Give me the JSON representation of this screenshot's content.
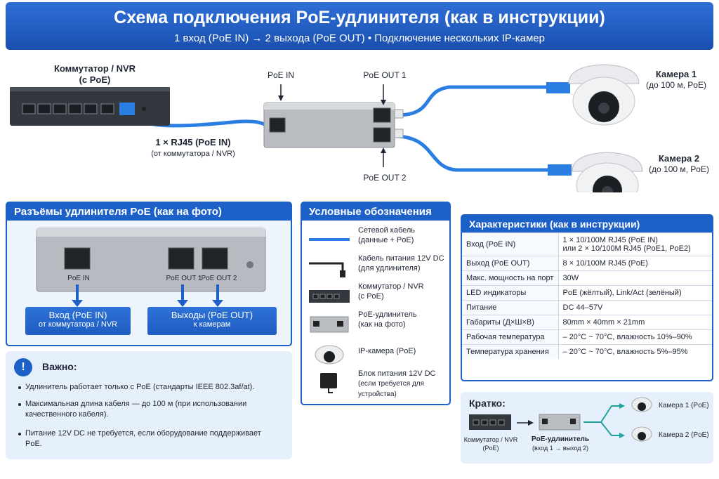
{
  "header": {
    "title": "Схема подключения PoE-удлинителя (как в инструкции)",
    "subtitle": "1 вход (PoE IN) → 2 выхода (PoE OUT) • Подключение нескольких IP-камер"
  },
  "diagram": {
    "switch_label": "Коммутатор / NVR",
    "switch_sub": "(с PoE)",
    "poe_in_label": "PoE IN",
    "poe_out1_label": "PoE OUT 1",
    "poe_out2_label": "PoE OUT 2",
    "cable_label": "1 × RJ45 (PoE IN)",
    "cable_sub": "(от коммутатора / NVR)",
    "camera1_label": "Камера 1",
    "camera1_sub": "(до 100 м, PoE)",
    "camera2_label": "Камера 2",
    "camera2_sub": "(до 100 м, PoE)"
  },
  "connectors": {
    "title": "Разъёмы удлинителя PoE (как на фото)",
    "port_in": "PoE IN",
    "port_out1": "PoE OUT 1",
    "port_out2": "PoE OUT 2",
    "input_title": "Вход (PoE IN)",
    "input_sub": "от коммутатора / NVR",
    "output_title": "Выходы (PoE OUT)",
    "output_sub": "к камерам"
  },
  "important": {
    "title": "Важно:",
    "icon": "exclamation-icon",
    "items": [
      "Удлинитель работает только с PoE (стандарты IEEE 802.3af/at).",
      "Максимальная длина кабеля — до 100 м (при использовании качественного кабеля).",
      "Питание 12V DC не требуется, если оборудование поддерживает PoE."
    ]
  },
  "legend": {
    "title": "Условные обозначения",
    "items": [
      {
        "icon": "network-cable-icon",
        "label": "Сетевой кабель",
        "sub": "(данные + PoE)"
      },
      {
        "icon": "power-cable-icon",
        "label": "Кабель питания 12V DC",
        "sub": "(для удлинителя)"
      },
      {
        "icon": "switch-icon",
        "label": "Коммутатор / NVR",
        "sub": "(с PoE)"
      },
      {
        "icon": "extender-icon",
        "label": "PoE-удлинитель",
        "sub": "(как на фото)"
      },
      {
        "icon": "ip-camera-icon",
        "label": "IP-камера (PoE)",
        "sub": ""
      },
      {
        "icon": "power-adapter-icon",
        "label": "Блок питания 12V DC",
        "sub": "(если требуется для устройства)"
      }
    ]
  },
  "specs": {
    "title": "Характеристики (как в инструкции)",
    "rows": [
      {
        "key": "Вход (PoE IN)",
        "value": "1 × 10/100M RJ45 (PoE IN)",
        "value2": "или 2 × 10/100M RJ45 (PoE1, PoE2)"
      },
      {
        "key": "Выход (PoE OUT)",
        "value": "8 × 10/100M RJ45 (PoE)",
        "value2": ""
      },
      {
        "key": "Макс. мощность на порт",
        "value": "30W",
        "value2": ""
      },
      {
        "key": "LED индикаторы",
        "value": "PoE (жёлтый), Link/Act (зелёный)",
        "value2": ""
      },
      {
        "key": "Питание",
        "value": "DC 44–57V",
        "value2": ""
      },
      {
        "key": "Габариты (Д×Ш×В)",
        "value": "80mm × 40mm × 21mm",
        "value2": ""
      },
      {
        "key": "Рабочая температура",
        "value": "– 20°C ~ 70°C, влажность 10%–90%",
        "value2": ""
      },
      {
        "key": "Температура хранения",
        "value": "– 20°C ~ 70°C, влажность 5%–95%",
        "value2": ""
      }
    ]
  },
  "brief": {
    "title": "Кратко:",
    "switch_label": "Коммутатор / NVR",
    "switch_sub": "(PoE)",
    "extender_label": "PoE-удлинитель",
    "extender_sub": "(вход 1 → выход 2)",
    "camera1": "Камера 1 (PoE)",
    "camera2": "Камера 2 (PoE)"
  },
  "colors": {
    "accent": "#1c60c8",
    "cable": "#2a7de1",
    "panel_bg": "#e6f0fc"
  }
}
